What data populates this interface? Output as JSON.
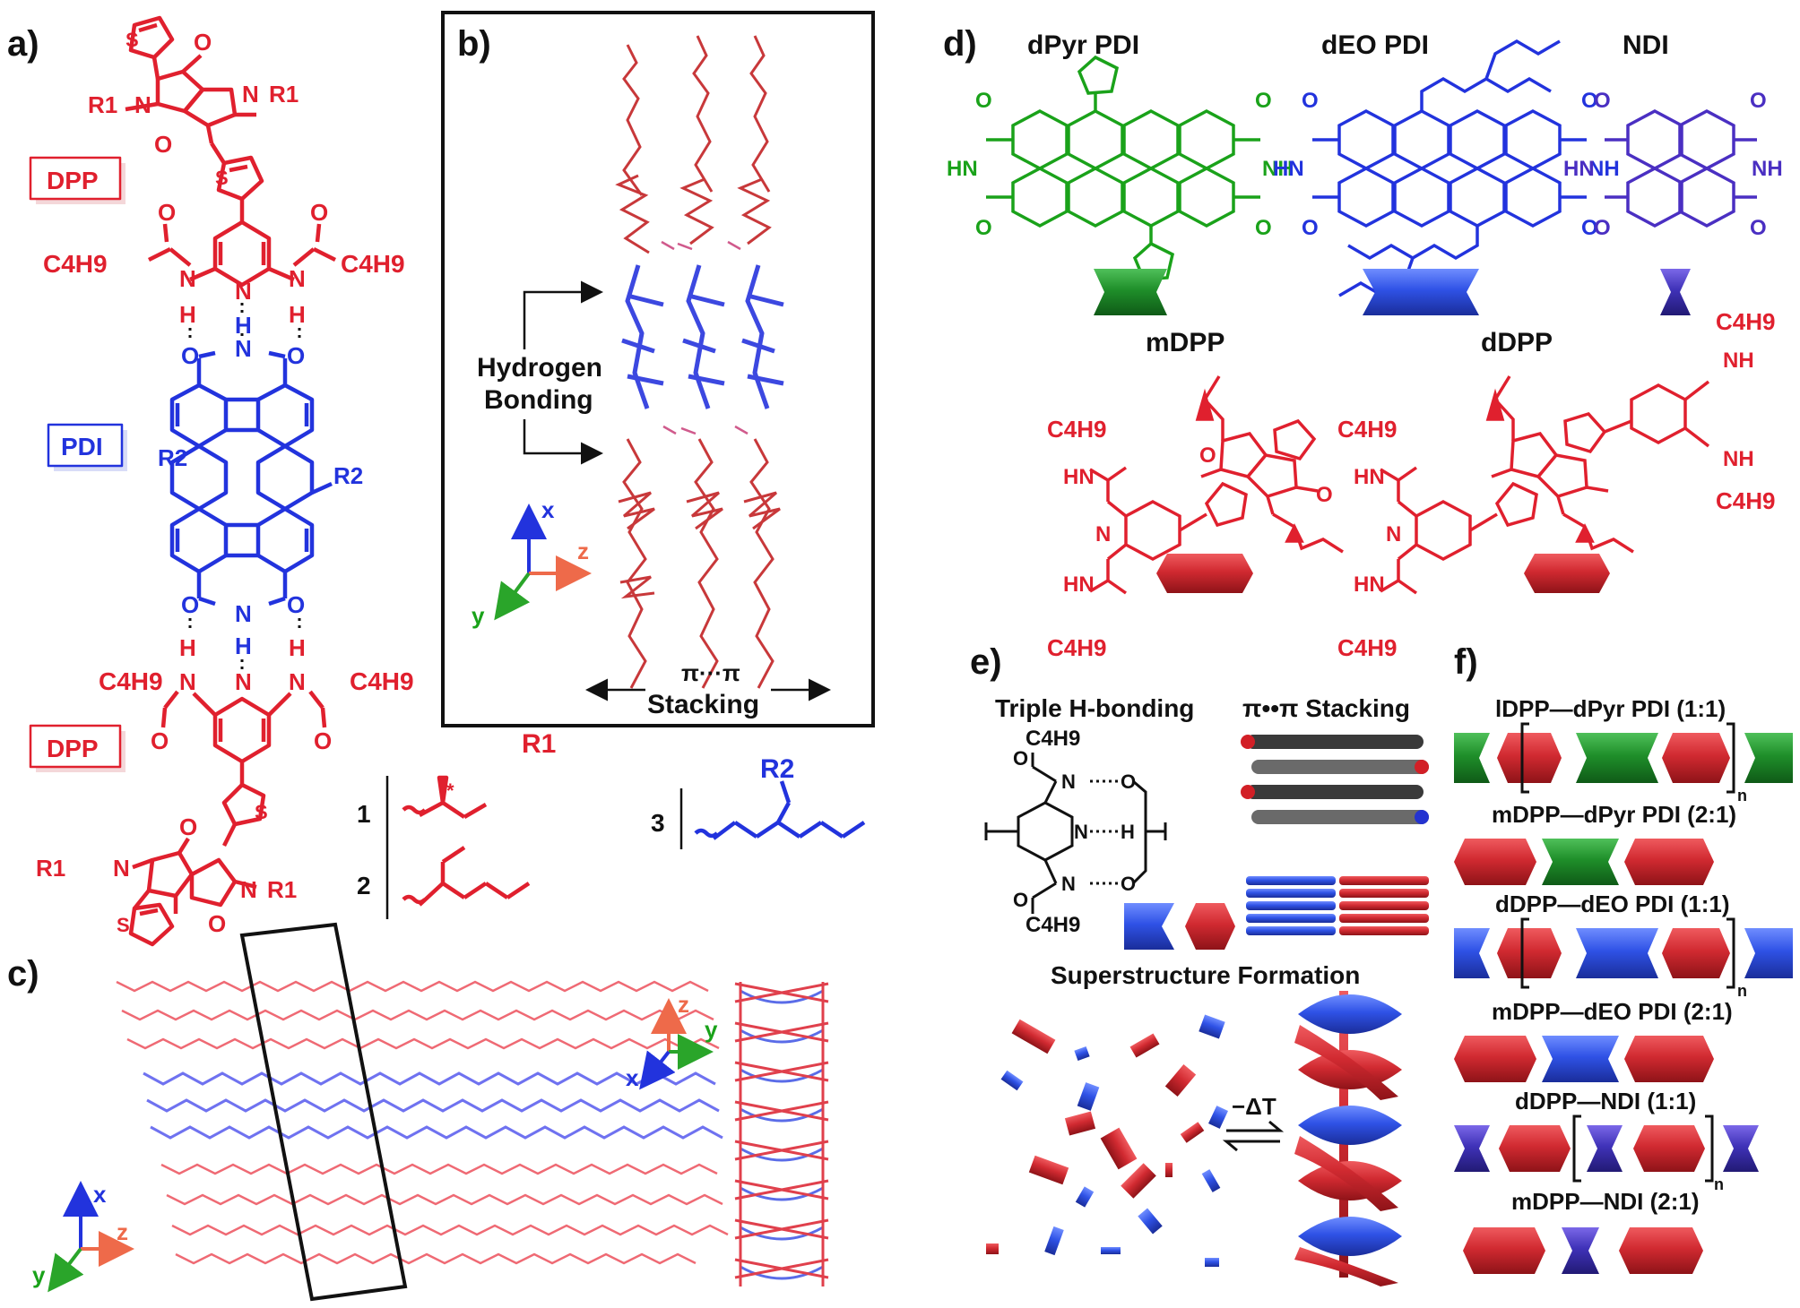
{
  "panels": [
    "a)",
    "b)",
    "c)",
    "d)",
    "e)",
    "f)"
  ],
  "panel_a": {
    "dpp_top_label": "DPP",
    "pdi_label": "PDI",
    "dpp_bottom_label": "DPP",
    "r1": "R1",
    "r2": "R2",
    "c4h9": "C4H9",
    "atom_n": "N",
    "atom_o": "O",
    "atom_h": "H",
    "atom_s": "S",
    "substituents": {
      "header_r1": "R1",
      "header_r2": "R2",
      "num1": "1",
      "num2": "2",
      "num3": "3",
      "star": "*"
    }
  },
  "panel_b": {
    "hbond_label_1": "Hydrogen",
    "hbond_label_2": "Bonding",
    "pi_label": "π···π",
    "stacking_label": "Stacking",
    "axis_x": "x",
    "axis_y": "y",
    "axis_z": "z"
  },
  "panel_c": {
    "axis_x": "x",
    "axis_y": "y",
    "axis_z": "z"
  },
  "panel_d": {
    "dpyr_pdi": "dPyr PDI",
    "deo_pdi": "dEO PDI",
    "ndi": "NDI",
    "mdpp": "mDPP",
    "ddpp": "dDPP",
    "hn": "HN",
    "nh": "NH",
    "c4h9": "C4H9"
  },
  "panel_e": {
    "triple_hbond": "Triple H-bonding",
    "pi_stacking": "π••π Stacking",
    "superstructure": "Superstructure Formation",
    "delta_t": "−ΔT",
    "c4h9": "C4H9"
  },
  "panel_f": {
    "rows": [
      {
        "label": "lDPP—dPyr PDI (1:1)",
        "sub": "n"
      },
      {
        "label": "mDPP—dPyr PDI (2:1)",
        "sub": ""
      },
      {
        "label": "dDPP—dEO PDI (1:1)",
        "sub": "n"
      },
      {
        "label": "mDPP—dEO PDI (2:1)",
        "sub": ""
      },
      {
        "label": "dDPP—NDI (1:1)",
        "sub": "n"
      },
      {
        "label": "mDPP—NDI (2:1)",
        "sub": ""
      }
    ]
  },
  "colors": {
    "dpp_red": "#e0202e",
    "pdi_blue": "#2233dd",
    "dpyr_green": "#1aa21a",
    "ndi_purple": "#4a2fc2",
    "block_red": "#c8252d",
    "block_blue": "#2a4fe0",
    "block_green": "#1f8f2a",
    "block_purple": "#3b2fb0"
  }
}
